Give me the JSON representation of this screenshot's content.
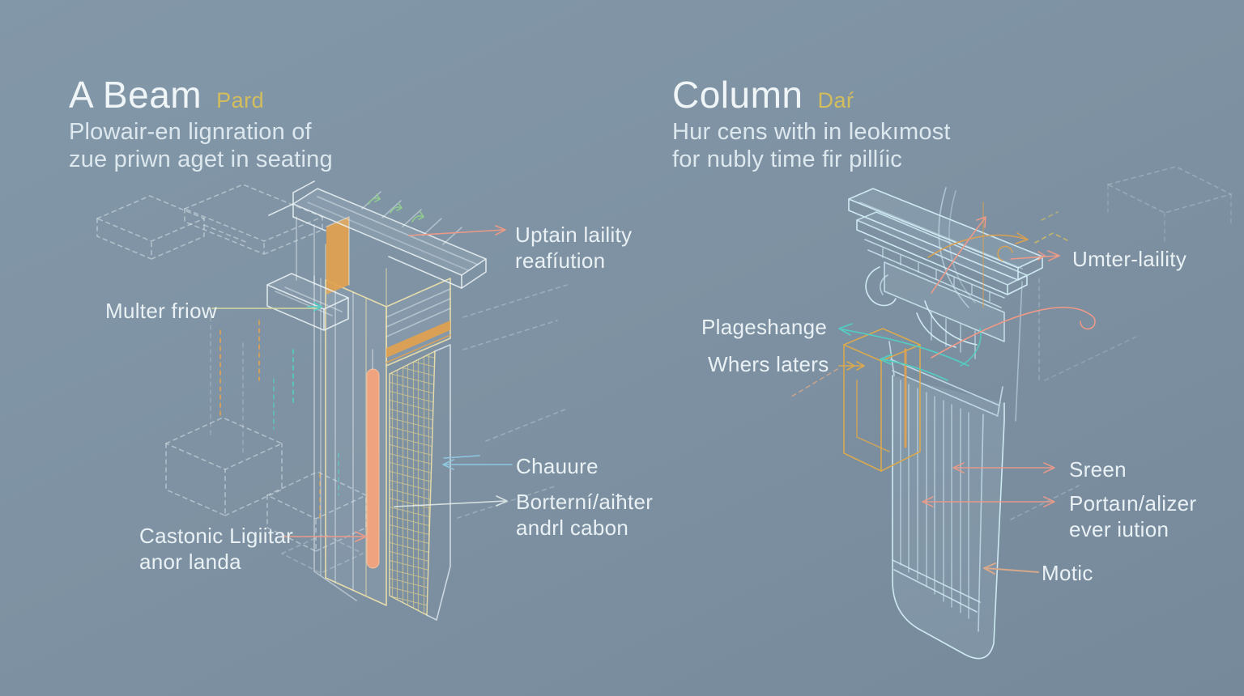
{
  "colors": {
    "background": "#7e92a3",
    "title_text": "#f0f5f7",
    "accent_yellow": "#d3bd5c",
    "subtitle_text": "#dde8ee",
    "label_text": "#e9f1f4",
    "salmon": "#ec9a88",
    "teal": "#52cfc3",
    "orange": "#e2a24f",
    "cream": "#e6dcab",
    "light_blue": "#cfe9f2",
    "white_line": "#ecf3f6",
    "green": "#8fca8f",
    "sky_blue": "#8fc7e0"
  },
  "left_panel": {
    "title": "A Beam",
    "title_tag": "Pard",
    "subtitle": [
      "Plowair-en lignration of",
      "zue priwn aget in seating"
    ],
    "labels": {
      "uptain": [
        "Uptain laility",
        "reafíution"
      ],
      "multer": "Multer friow",
      "chauure": "Chauure",
      "bortern": [
        "Borterní/aiħter",
        "andrl cabon"
      ],
      "castonic": [
        "Castonic Ligiitar",
        "anor landa"
      ]
    }
  },
  "right_panel": {
    "title": "Column",
    "title_tag": "Daŕ",
    "subtitle": [
      "Hur cens with in leokımost",
      "for nubly time fir pillíic"
    ],
    "labels": {
      "umter": "Umter-laility",
      "plageshange": "Plageshange",
      "whers": "Whers laters",
      "sreen": "Sreen",
      "portain": [
        "Portaın/alizer",
        "ever iution"
      ],
      "motic": "Motic"
    }
  }
}
